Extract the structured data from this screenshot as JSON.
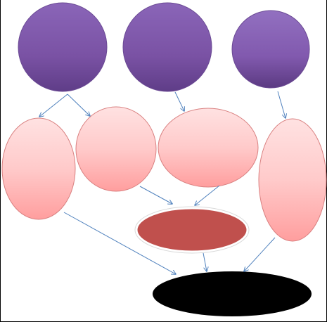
{
  "diagram": {
    "nodes": [
      {
        "id": "top-left",
        "shape": "circle",
        "tier": "top",
        "color": "#7e55a6"
      },
      {
        "id": "top-middle",
        "shape": "circle",
        "tier": "top",
        "color": "#7e55a6"
      },
      {
        "id": "top-right",
        "shape": "circle",
        "tier": "top",
        "color": "#8561b3"
      },
      {
        "id": "middle-1",
        "shape": "ellipse",
        "tier": "middle",
        "color": "#ffc7c7"
      },
      {
        "id": "middle-2",
        "shape": "ellipse",
        "tier": "middle",
        "color": "#ffc7c7"
      },
      {
        "id": "middle-3",
        "shape": "ellipse",
        "tier": "middle",
        "color": "#ffc7c7"
      },
      {
        "id": "middle-4",
        "shape": "ellipse",
        "tier": "middle",
        "color": "#ffc7c7"
      },
      {
        "id": "red-ellipse",
        "shape": "ellipse",
        "tier": "lower",
        "color": "#c0504d"
      },
      {
        "id": "black-ellipse",
        "shape": "ellipse",
        "tier": "bottom",
        "color": "#000000"
      }
    ],
    "edges": [
      {
        "from": "top-left",
        "to": "middle-1"
      },
      {
        "from": "top-left",
        "to": "middle-2"
      },
      {
        "from": "top-middle",
        "to": "middle-3"
      },
      {
        "from": "top-right",
        "to": "middle-4"
      },
      {
        "from": "middle-2",
        "to": "red-ellipse"
      },
      {
        "from": "middle-3",
        "to": "red-ellipse"
      },
      {
        "from": "middle-1",
        "to": "black-ellipse"
      },
      {
        "from": "red-ellipse",
        "to": "black-ellipse"
      },
      {
        "from": "middle-4",
        "to": "black-ellipse"
      }
    ],
    "arrow_color": "#4f81bd"
  }
}
